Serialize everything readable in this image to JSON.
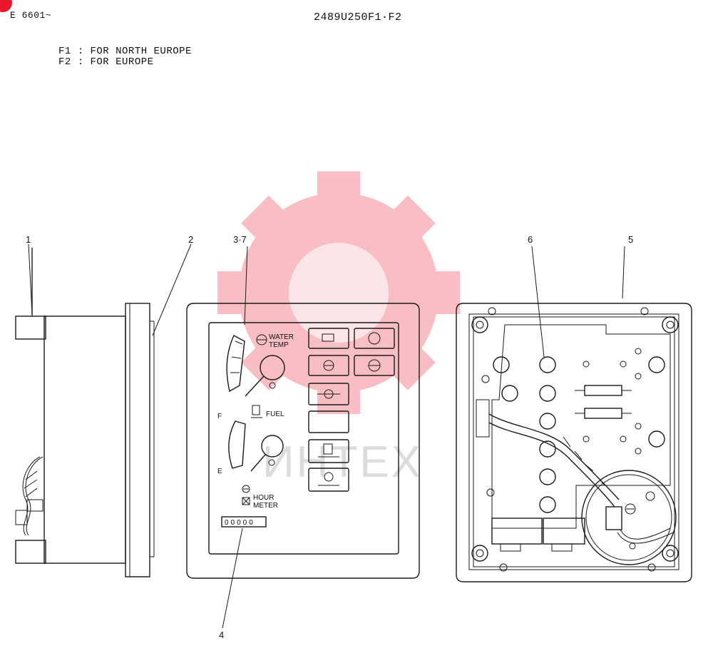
{
  "header": {
    "code_left": "E 6601~",
    "code_center": "2489U250F1·F2"
  },
  "notes": [
    "F1 : FOR NORTH EUROPE",
    "F2 : FOR EUROPE"
  ],
  "callouts": [
    "1",
    "2",
    "3·7",
    "4",
    "5",
    "6"
  ],
  "panel": {
    "water_temp_label_1": "WATER",
    "water_temp_label_2": "TEMP",
    "fuel_label": "FUEL",
    "gauge_full": "F",
    "gauge_empty": "E",
    "hour_meter_label_1": "HOUR",
    "hour_meter_label_2": "METER",
    "hour_meter_digits": "00000"
  },
  "watermark": {
    "text": "ИНТЕХ",
    "color": "#f2b8b8"
  },
  "colors": {
    "line": "#1a1a1a",
    "corner_mark": "#e8192c"
  }
}
